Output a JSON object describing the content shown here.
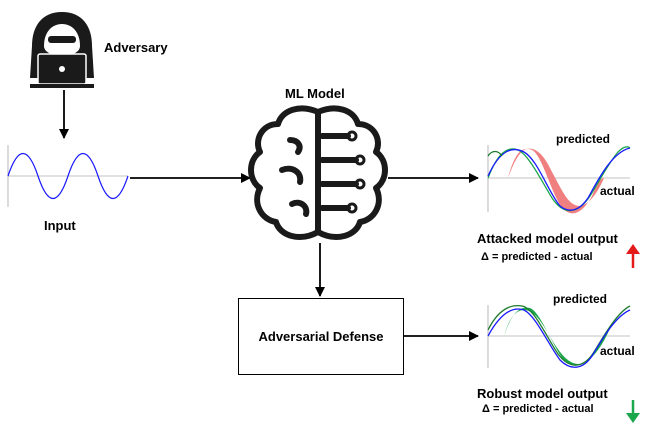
{
  "adversary": {
    "label": "Adversary",
    "icon": "hacker-laptop-icon"
  },
  "input": {
    "label": "Input"
  },
  "model": {
    "label": "ML Model",
    "icon": "brain-circuit-icon"
  },
  "defense": {
    "label": "Adversarial Defense"
  },
  "attacked": {
    "title": "Attacked model output",
    "formula": "Δ = predicted - actual",
    "predicted_label": "predicted",
    "actual_label": "actual",
    "trend_icon": "arrow-up-icon",
    "fill_color": "#f08080"
  },
  "robust": {
    "title": "Robust model output",
    "formula": "Δ = predicted - actual",
    "predicted_label": "predicted",
    "actual_label": "actual",
    "trend_icon": "arrow-down-icon",
    "fill_color": "#1aa64b"
  },
  "colors": {
    "actual_line": "#1a1aff",
    "predicted_line": "#1e7a2e",
    "up_arrow": "#e41a1a",
    "down_arrow": "#1aa64b"
  }
}
